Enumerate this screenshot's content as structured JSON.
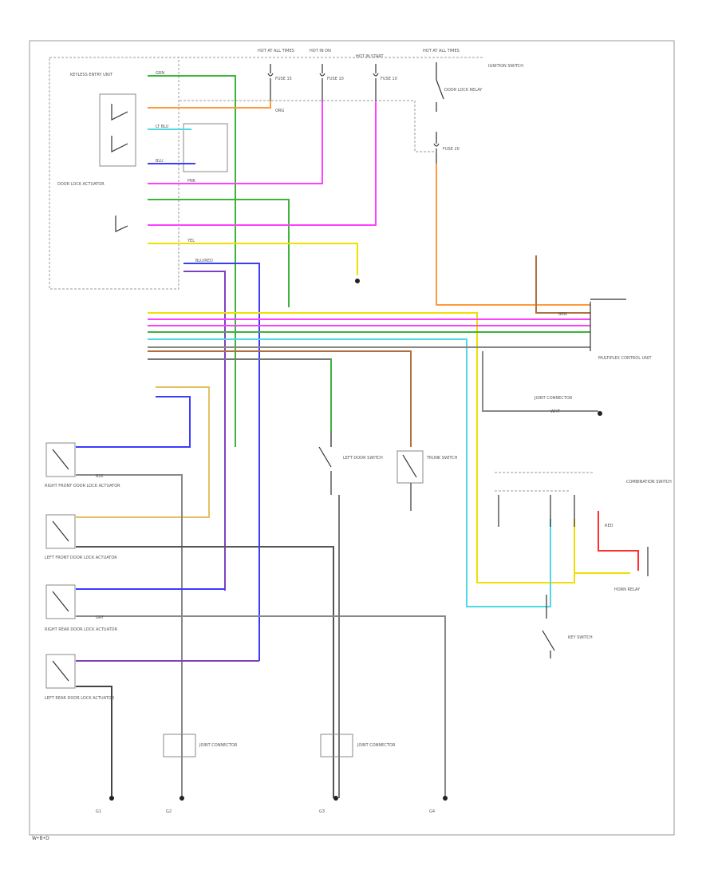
{
  "figure": {
    "page_code": "W•B•D"
  },
  "colors": {
    "green": "#3cb43c",
    "orange": "#ff9a3c",
    "cyan": "#4fd9e6",
    "blue": "#3c3cff",
    "magenta": "#ff40ff",
    "yellow": "#f0e000",
    "gray": "#777777",
    "purple": "#8040c0",
    "red": "#ff3030",
    "tan": "#e6c060",
    "brown": "#b07040"
  },
  "labels": {
    "unit_box": "KEYLESS ENTRY UNIT",
    "fuse_1": "FUSE 15",
    "fuse_2": "FUSE 10",
    "fuse_3": "FUSE 10",
    "fuse_right": "FUSE 20",
    "hot_1": "HOT AT ALL TIMES",
    "hot_2": "HOT IN ON",
    "hot_3": "HOT IN START",
    "hot_4": "HOT AT ALL TIMES",
    "door_lock_relay": "DOOR LOCK RELAY",
    "door_lock_actuator": "DOOR LOCK ACTUATOR",
    "ground_1": "G1",
    "ground_2": "G2",
    "ground_3": "G3",
    "ground_4": "G4",
    "right_front": "RIGHT FRONT DOOR LOCK ACTUATOR",
    "left_front": "LEFT FRONT DOOR LOCK ACTUATOR",
    "right_rear": "RIGHT REAR DOOR LOCK ACTUATOR",
    "left_rear": "LEFT REAR DOOR LOCK ACTUATOR",
    "left_door_switch": "LEFT DOOR SWITCH",
    "trunk_switch": "TRUNK SWITCH",
    "joint_connector_1": "JOINT CONNECTOR",
    "joint_connector_2": "JOINT CONNECTOR",
    "multiplex_unit": "MULTIPLEX CONTROL UNIT",
    "combination_switch": "COMBINATION SWITCH",
    "key_switch": "KEY SWITCH",
    "ignition_switch": "IGNITION SWITCH",
    "horn_relay": "HORN RELAY",
    "wire_grn": "GRN",
    "wire_org": "ORG",
    "wire_lblu": "LT BLU",
    "wire_blu": "BLU",
    "wire_pnk": "PNK",
    "wire_yel": "YEL",
    "wire_blk": "BLK",
    "wire_blured": "BLU/RED",
    "wire_gry": "GRY",
    "wire_wht": "WHT",
    "wire_red": "RED",
    "wire_brn": "BRN"
  }
}
